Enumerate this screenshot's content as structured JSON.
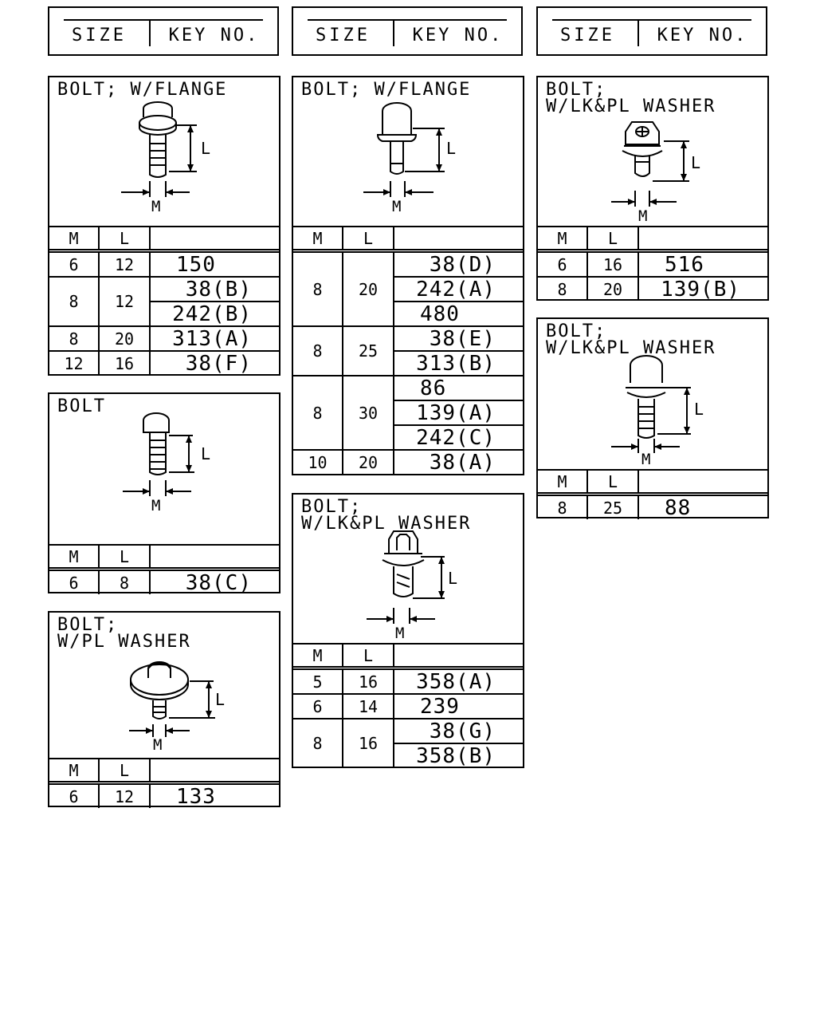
{
  "header": {
    "size_label": "SIZE",
    "key_label": "KEY NO."
  },
  "columns": {
    "m": "M",
    "l": "L"
  },
  "dim": {
    "m": "M",
    "l": "L"
  },
  "boxes": {
    "b1": {
      "title": "BOLT; W/FLANGE"
    },
    "b2": {
      "title": "BOLT"
    },
    "b3": {
      "title": "BOLT;\nW/PL WASHER"
    },
    "b4": {
      "title": "BOLT; W/FLANGE"
    },
    "b5": {
      "title": "BOLT;\nW/LK&PL WASHER"
    },
    "b6": {
      "title": "BOLT;\nW/LK&PL WASHER"
    },
    "b7": {
      "title": "BOLT;\nW/LK&PL WASHER"
    }
  },
  "rows": {
    "b1": [
      {
        "m": "6",
        "l": "12",
        "keys": [
          "150"
        ]
      },
      {
        "m": "8",
        "l": "12",
        "keys": [
          "38(B)",
          "242(B)"
        ]
      },
      {
        "m": "8",
        "l": "20",
        "keys": [
          "313(A)"
        ]
      },
      {
        "m": "12",
        "l": "16",
        "keys": [
          "38(F)"
        ]
      }
    ],
    "b2": [
      {
        "m": "6",
        "l": "8",
        "keys": [
          "38(C)"
        ]
      }
    ],
    "b3": [
      {
        "m": "6",
        "l": "12",
        "keys": [
          "133"
        ]
      }
    ],
    "b4": [
      {
        "m": "8",
        "l": "20",
        "keys": [
          "38(D)",
          "242(A)",
          "480"
        ]
      },
      {
        "m": "8",
        "l": "25",
        "keys": [
          "38(E)",
          "313(B)"
        ]
      },
      {
        "m": "8",
        "l": "30",
        "keys": [
          "86",
          "139(A)",
          "242(C)"
        ]
      },
      {
        "m": "10",
        "l": "20",
        "keys": [
          "38(A)"
        ]
      }
    ],
    "b5": [
      {
        "m": "5",
        "l": "16",
        "keys": [
          "358(A)"
        ]
      },
      {
        "m": "6",
        "l": "14",
        "keys": [
          "239"
        ]
      },
      {
        "m": "8",
        "l": "16",
        "keys": [
          "38(G)",
          "358(B)"
        ]
      }
    ],
    "b6": [
      {
        "m": "6",
        "l": "16",
        "keys": [
          "516"
        ]
      },
      {
        "m": "8",
        "l": "20",
        "keys": [
          "139(B)"
        ]
      }
    ],
    "b7": [
      {
        "m": "8",
        "l": "25",
        "keys": [
          "88"
        ]
      }
    ]
  }
}
